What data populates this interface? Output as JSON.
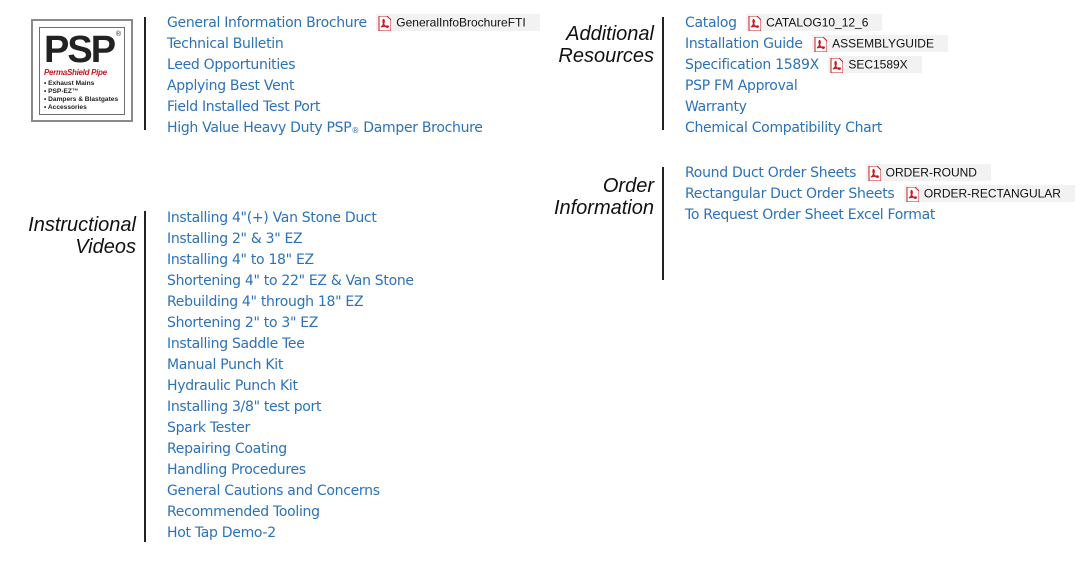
{
  "logo": {
    "title": "PSP",
    "brand": "PermaShield Pipe",
    "items": [
      "• Exhaust Mains",
      "• PSP-EZ™",
      "• Dampers & Blastgates",
      "• Accessories"
    ]
  },
  "general": {
    "links": [
      {
        "label": "General Information Brochure",
        "pdf": "GeneralInfoBrochureFTI"
      },
      {
        "label": "Technical Bulletin"
      },
      {
        "label": "Leed Opportunities"
      },
      {
        "label": "Applying Best Vent"
      },
      {
        "label": "Field Installed Test Port"
      },
      {
        "label": "High Value Heavy Duty PSP",
        "reg": "®",
        "after": " Damper Brochure"
      }
    ]
  },
  "additional": {
    "heading_line1": "Additional",
    "heading_line2": "Resources",
    "links": [
      {
        "label": "Catalog",
        "pdf": "CATALOG10_12_6"
      },
      {
        "label": "Installation Guide",
        "pdf": "ASSEMBLYGUIDE"
      },
      {
        "label": "Specification 1589X",
        "pdf": "SEC1589X"
      },
      {
        "label": "PSP FM Approval"
      },
      {
        "label": "Warranty"
      },
      {
        "label": "Chemical Compatibility Chart"
      }
    ]
  },
  "order": {
    "heading_line1": "Order",
    "heading_line2": "Information",
    "links": [
      {
        "label": "Round Duct Order Sheets",
        "pdf": "ORDER-ROUND"
      },
      {
        "label": "Rectangular Duct Order Sheets",
        "pdf": "ORDER-RECTANGULAR"
      },
      {
        "label": "To Request Order Sheet Excel Format"
      }
    ]
  },
  "videos": {
    "heading_line1": "Instructional",
    "heading_line2": "Videos",
    "links": [
      {
        "label": "Installing 4\"(+) Van Stone Duct"
      },
      {
        "label": "Installing 2\" & 3\" EZ"
      },
      {
        "label": "Installing 4\" to 18\" EZ"
      },
      {
        "label": "Shortening 4\" to 22\" EZ & Van Stone"
      },
      {
        "label": "Rebuilding 4\" through 18\" EZ"
      },
      {
        "label": "Shortening 2\" to 3\" EZ"
      },
      {
        "label": "Installing Saddle Tee"
      },
      {
        "label": "Manual Punch Kit"
      },
      {
        "label": "Hydraulic Punch Kit"
      },
      {
        "label": "Installing 3/8\" test port"
      },
      {
        "label": "Spark Tester"
      },
      {
        "label": "Repairing Coating"
      },
      {
        "label": "Handling Procedures"
      },
      {
        "label": "General Cautions and Concerns"
      },
      {
        "label": "Recommended Tooling"
      },
      {
        "label": "Hot Tap Demo-2"
      }
    ]
  }
}
